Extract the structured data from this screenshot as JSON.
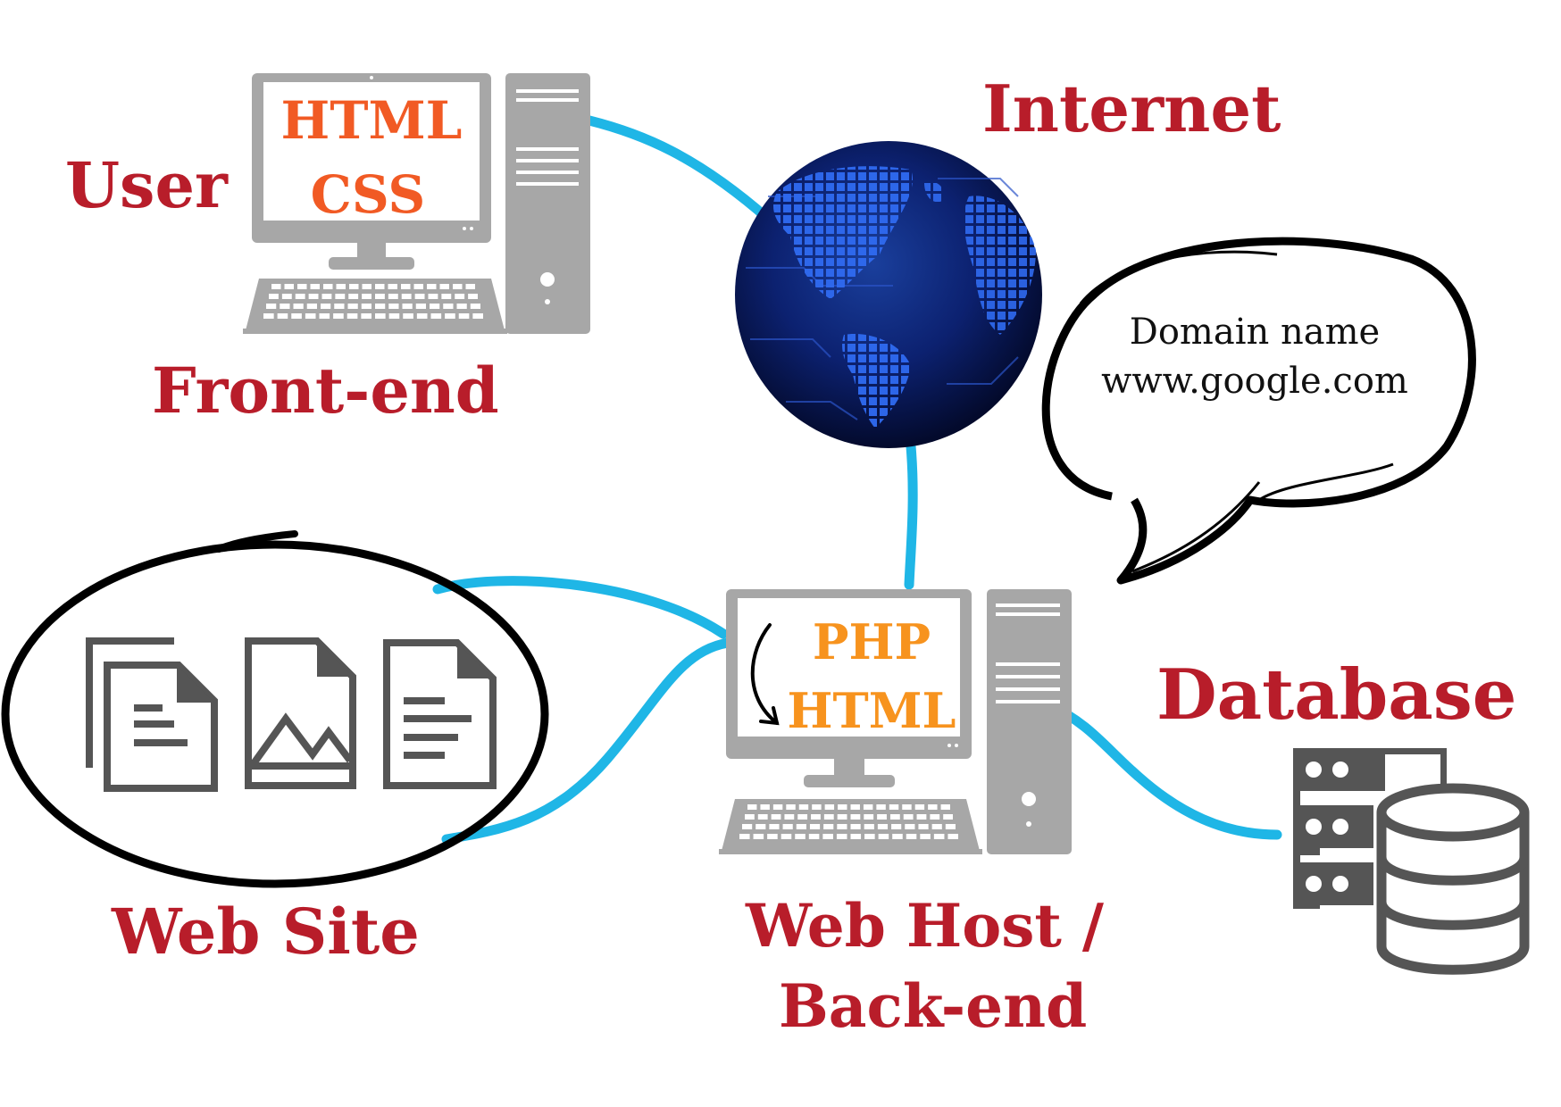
{
  "diagram": {
    "internet_label": "Internet",
    "user_label": "User",
    "frontend_label": "Front-end",
    "frontend_screen": [
      "HTML",
      "CSS"
    ],
    "domain_bubble": [
      "Domain name",
      "www.google.com"
    ],
    "website_label": "Web Site",
    "backend_screen": [
      "PHP",
      "HTML"
    ],
    "webhost_label": [
      "Web Host /",
      "Back-end"
    ],
    "database_label": "Database"
  },
  "colors": {
    "label_red": "#b81d2a",
    "screen_orange_1": "#f15a24",
    "screen_orange_2": "#f7931e",
    "connector_blue": "#1fb6e6",
    "device_gray": "#a7a7a7",
    "icon_gray": "#555555"
  }
}
